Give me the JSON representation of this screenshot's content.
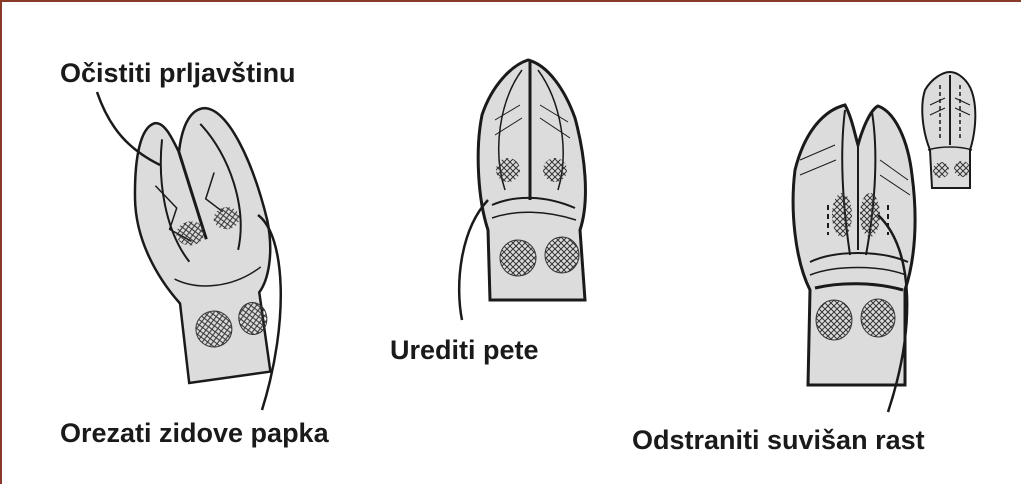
{
  "labels": {
    "clean_dirt": "Očistiti prljavštinu",
    "trim_walls": "Orezati zidove papka",
    "fix_heels": "Urediti pete",
    "remove_growth": "Odstraniti suvišan rast"
  },
  "colors": {
    "frame": "#8b3a2a",
    "hoof_fill": "#d9d9d9",
    "ink": "#1a1a1a",
    "text": "#1a1a1a"
  },
  "icons": {
    "hoof_1": "hoof-before-trim-illustration",
    "hoof_2": "hoof-heel-illustration",
    "hoof_3": "hoof-overgrown-illustration",
    "hoof_small": "hoof-trimmed-small-illustration"
  }
}
